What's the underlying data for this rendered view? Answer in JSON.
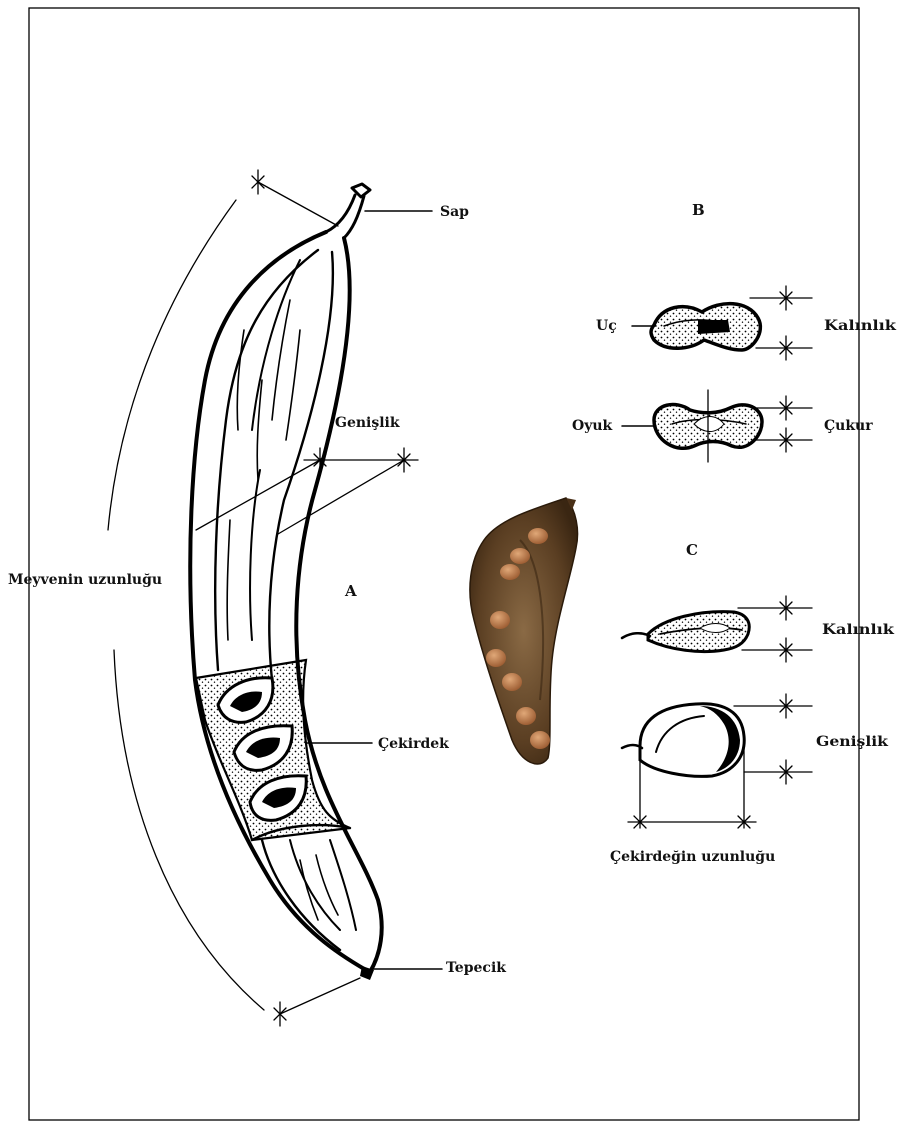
{
  "figure": {
    "part_labels": {
      "a": "A",
      "b": "B",
      "c": "C"
    },
    "pod": {
      "stalk": "Sap",
      "width": "Genişlik",
      "fruit_length": "Meyvenin uzunluğu",
      "seed": "Çekirdek",
      "tip": "Tepecik"
    },
    "cross_section": {
      "apex": "Uç",
      "thickness": "Kalınlık",
      "hollow": "Oyuk",
      "pit": "Çukur"
    },
    "seed_view": {
      "thickness": "Kalınlık",
      "width": "Genişlik",
      "seed_length": "Çekirdeğin uzunluğu"
    }
  }
}
